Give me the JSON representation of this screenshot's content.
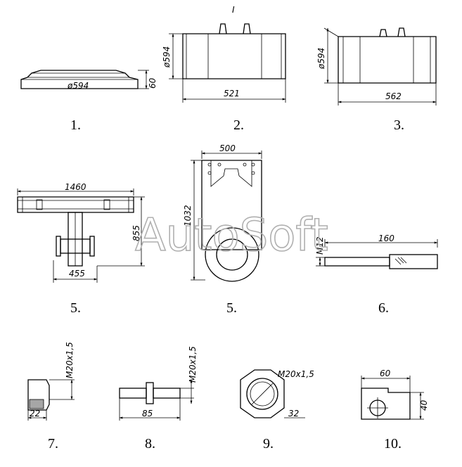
{
  "watermark": "AutoSoft",
  "marker": "I",
  "figures": [
    {
      "caption": "1.",
      "dims": [
        "ø594",
        "60"
      ]
    },
    {
      "caption": "2.",
      "dims": [
        "ø594",
        "521"
      ]
    },
    {
      "caption": "3.",
      "dims": [
        "ø594",
        "562"
      ]
    },
    {
      "caption": "5.",
      "dims": [
        "1460",
        "855",
        "455"
      ]
    },
    {
      "caption": "5.",
      "dims": [
        "500",
        "1032"
      ]
    },
    {
      "caption": "6.",
      "dims": [
        "160",
        "M12"
      ]
    },
    {
      "caption": "7.",
      "dims": [
        "M20x1,5",
        "22"
      ]
    },
    {
      "caption": "8.",
      "dims": [
        "M20x1,5",
        "85"
      ]
    },
    {
      "caption": "9.",
      "dims": [
        "M20x1,5",
        "32"
      ]
    },
    {
      "caption": "10.",
      "dims": [
        "60",
        "40"
      ]
    }
  ]
}
